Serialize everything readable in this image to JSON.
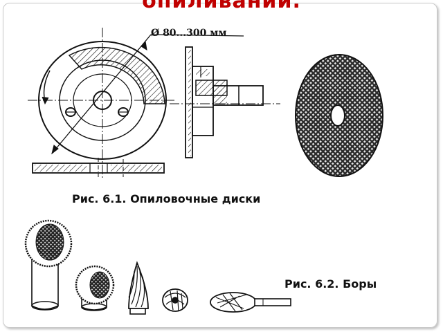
{
  "slide": {
    "title": "опиливании.",
    "dimension_label": "Ø 80...300 мм",
    "caption_discs": "Рис. 6.1. Опиловочные диски",
    "caption_burs": "Рис. 6.2. Боры"
  },
  "colors": {
    "title": "#c00000",
    "line": "#111111",
    "background": "#ffffff"
  }
}
